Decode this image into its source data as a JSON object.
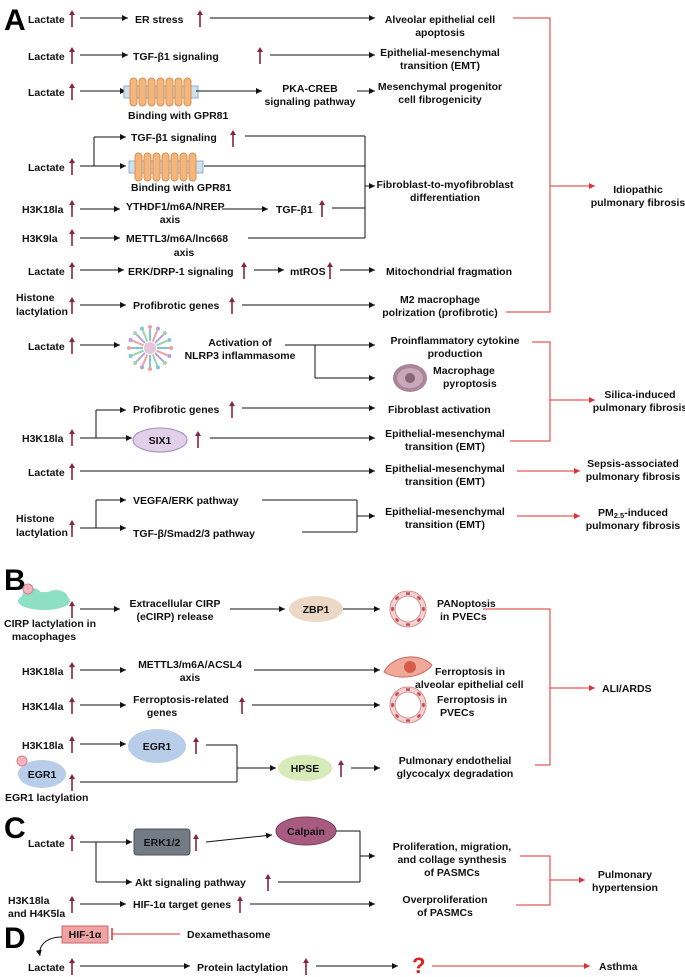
{
  "panel_labels": {
    "a": "A",
    "b": "B",
    "c": "C",
    "d": "D"
  },
  "colors": {
    "up_arrow": "#8b2240",
    "red_connector": "#e03030",
    "question_mark": "#e02020",
    "receptor": "#f3b77d",
    "sirp": "#c58fc8",
    "zbp1": "#ecd8c4",
    "egr1": "#b8cdea",
    "hpse": "#d7ebb8",
    "erk": "#737c84",
    "calpain": "#a85b80",
    "hif": "#f1a3a3",
    "cirp": "#8de0c4"
  },
  "panel_a": {
    "rows": {
      "r1": {
        "left": "Lactate",
        "mid": "ER stress",
        "end_1": "Alveolar epithelial cell",
        "end_2": "apoptosis"
      },
      "r2": {
        "left": "Lactate",
        "mid": "TGF-β1 signaling",
        "end_1": "Epithelial-mesenchymal",
        "end_2": "transition (EMT)"
      },
      "r3": {
        "left": "Lactate",
        "receptor_label": "Binding with GPR81",
        "mid_1": "PKA-CREB",
        "mid_2": "signaling pathway",
        "end_1": "Mesenchymal progenitor",
        "end_2": "cell fibrogenicity"
      },
      "r4": {
        "left": "Lactate",
        "branch_a": "TGF-β1 signaling",
        "branch_b": "Binding with GPR81"
      },
      "r5": {
        "left": "H3K18la",
        "mid_1": "YTHDF1/m6A/NREP",
        "mid_2": "axis",
        "mid2": "TGF-β1"
      },
      "r6": {
        "left": "H3K9la",
        "mid_1": "METTL3/m6A/lnc668",
        "mid_2": "axis"
      },
      "fibro": {
        "end_1": "Fibroblast-to-myofibroblast",
        "end_2": "differentiation"
      },
      "r7": {
        "left": "Lactate",
        "mid": "ERK/DRP-1 signaling",
        "mid2": "mtROS",
        "end": "Mitochondrial fragmation"
      },
      "r8": {
        "left_1": "Histone",
        "left_2": "lactylation",
        "mid": "Profibrotic genes",
        "end_1": "M2 macrophage",
        "end_2": "polrization (profibrotic)"
      },
      "r9": {
        "left": "Lactate",
        "mid_1": "Activation of",
        "mid_2": "NLRP3 inflammasome",
        "end_a1": "Proinflammatory cytokine",
        "end_a2": "production",
        "end_b1": "Macrophage",
        "end_b2": "pyroptosis"
      },
      "r10": {
        "left": "H3K18la",
        "branch_a": "Profibrotic genes",
        "branch_b": "SIX1",
        "end_a": "Fibroblast activation",
        "end_b1": "Epithelial-mesenchymal",
        "end_b2": "transition (EMT)"
      },
      "r11": {
        "left": "Lactate",
        "end_1": "Epithelial-mesenchymal",
        "end_2": "transition (EMT)"
      },
      "r12": {
        "left_1": "Histone",
        "left_2": "lactylation",
        "branch_a": "VEGFA/ERK pathway",
        "branch_b": "TGF-β/Smad2/3 pathway",
        "end_1": "Epithelial-mesenchymal",
        "end_2": "transition (EMT)"
      }
    },
    "outcomes": {
      "ipf_1": "Idiopathic",
      "ipf_2": "pulmonary fibrosis",
      "silica_1": "Silica-induced",
      "silica_2": "pulmonary fibrosis",
      "sepsis_1": "Sepsis-associated",
      "sepsis_2": "pulmonary fibrosis",
      "pm_pre": "PM",
      "pm_sub": "2.5",
      "pm_post": "-induced",
      "pm_2": "pulmonary fibrosis"
    }
  },
  "panel_b": {
    "r1": {
      "left_1": "CIRP lactylation in",
      "left_2": "macophages",
      "mid_1": "Extracellular CIRP",
      "mid_2": "(eCIRP) release",
      "node": "ZBP1",
      "end_1": "PANoptosis",
      "end_2": "in PVECs"
    },
    "r2": {
      "left": "H3K18la",
      "mid_1": "METTL3/m6A/ACSL4",
      "mid_2": "axis",
      "end_1": "Ferroptosis in",
      "end_2": "alveolar epithelial cell"
    },
    "r3": {
      "left": "H3K14la",
      "mid_1": "Ferroptosis-related",
      "mid_2": "genes",
      "end_1": "Ferroptosis in",
      "end_2": "PVECs"
    },
    "r4": {
      "left": "H3K18la",
      "node_a": "EGR1",
      "node_b": "EGR1",
      "left_b": "EGR1 lactylation",
      "node_c": "HPSE",
      "end_1": "Pulmonary endothelial",
      "end_2": "glycocalyx degradation"
    },
    "outcome": "ALI/ARDS"
  },
  "panel_c": {
    "left": "Lactate",
    "node_a": "ERK1/2",
    "node_b": "Calpain",
    "branch": "Akt signaling pathway",
    "end1_1": "Proliferation, migration,",
    "end1_2": "and collage synthesis",
    "end1_3": "of PASMCs",
    "left2_1": "H3K18la",
    "left2_2": "and H4K5la",
    "mid2": "HIF-1α target genes",
    "end2_1": "Overproliferation",
    "end2_2": "of PASMCs",
    "outcome_1": "Pulmonary",
    "outcome_2": "hypertension"
  },
  "panel_d": {
    "node": "HIF-1α",
    "inhibitor": "Dexamethasome",
    "left": "Lactate",
    "mid": "Protein lactylation",
    "unknown": "?",
    "outcome": "Asthma"
  }
}
